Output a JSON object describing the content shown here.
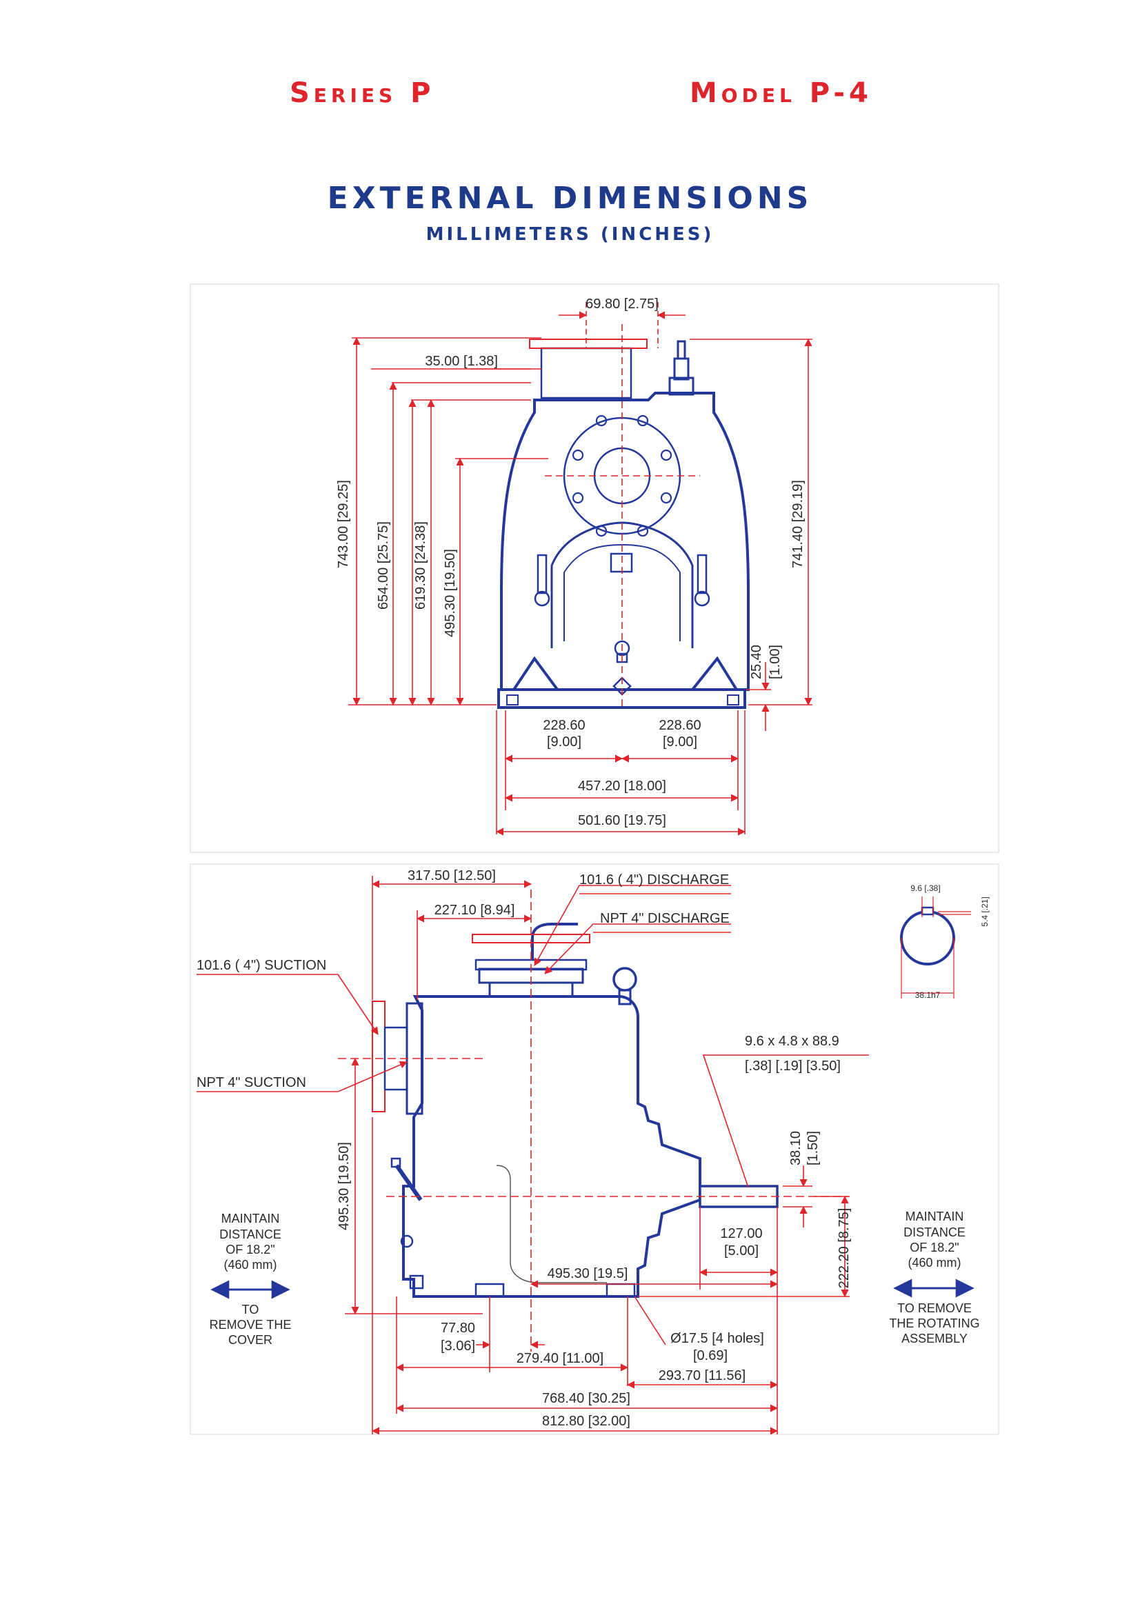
{
  "header": {
    "series": "Series P",
    "model": "Model P-4"
  },
  "title": "EXTERNAL DIMENSIONS",
  "subtitle": "MILLIMETERS (INCHES)",
  "front_view": {
    "d_69_80": "69.80 [2.75]",
    "d_35_00": "35.00 [1.38]",
    "d_743_00": "743.00 [29.25]",
    "d_654_00": "654.00 [25.75]",
    "d_619_30": "619.30 [24.38]",
    "d_495_30": "495.30 [19.50]",
    "d_741_40": "741.40 [29.19]",
    "d_25_40_a": "25.40",
    "d_25_40_b": "[1.00]",
    "d_228_60_left_a": "228.60",
    "d_228_60_left_b": "[9.00]",
    "d_228_60_right_a": "228.60",
    "d_228_60_right_b": "[9.00]",
    "d_457_20": "457.20  [18.00]",
    "d_501_60": "501.60  [19.75]"
  },
  "side_view": {
    "d_317_50": "317.50  [12.50]",
    "d_227_10": "227.10  [8.94]",
    "discharge_101": "101.6 ( 4\") DISCHARGE",
    "discharge_npt": "NPT 4\" DISCHARGE",
    "suction_101": "101.6 ( 4\") SUCTION",
    "suction_npt": "NPT 4\" SUCTION",
    "key_a": "9.6  x  4.8  x  88.9",
    "key_b": "[.38]  [.19]  [3.50]",
    "d_38_10_a": "38.10",
    "d_38_10_b": "[1.50]",
    "d_495_30": "495.30  [19.50]",
    "d_127_a": "127.00",
    "d_127_b": "[5.00]",
    "d_222_20": "222.20  [8.75]",
    "d_495_30_b": "495.30 [19.5]",
    "d_77_80_a": "77.80",
    "d_77_80_b": "[3.06]",
    "d_279_40": "279.40  [11.00]",
    "d_holes_a": "Ø17.5 [4 holes]",
    "d_holes_b": "[0.69]",
    "d_293_70": "293.70  [11.56]",
    "d_768_40": "768.40  [30.25]",
    "d_812_80": "812.80  [32.00]"
  },
  "shaft_detail": {
    "top": "9.6 [.38]",
    "side": "5.4 [.21]",
    "bottom": "38.1h7"
  },
  "notes": {
    "left": [
      "MAINTAIN",
      "DISTANCE",
      "OF 18.2\"",
      "(460 mm)",
      "TO",
      "REMOVE THE",
      "COVER"
    ],
    "right": [
      "MAINTAIN",
      "DISTANCE",
      "OF 18.2\"",
      "(460 mm)",
      "TO REMOVE",
      "THE ROTATING",
      "ASSEMBLY"
    ]
  },
  "colors": {
    "header_red": "#e0242b",
    "title_blue": "#1e3a8a",
    "outline_blue": "#23389a",
    "dimension_red": "#e0242b"
  }
}
